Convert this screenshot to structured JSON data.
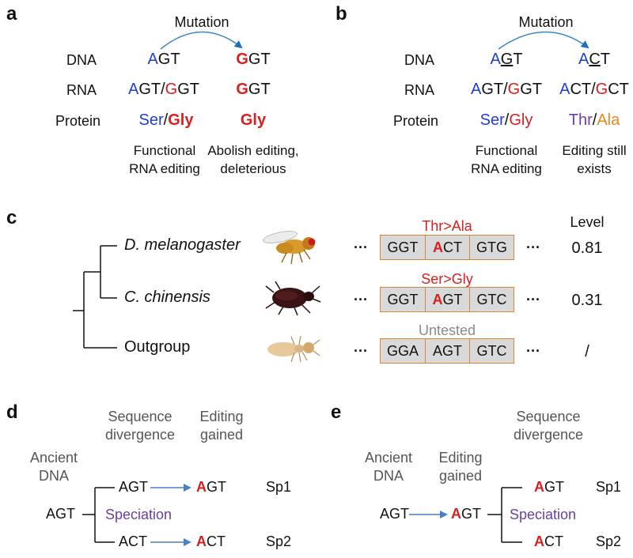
{
  "panel_a": {
    "label": "a",
    "mutation": "Mutation",
    "rows": {
      "dna": "DNA",
      "rna": "RNA",
      "protein": "Protein"
    },
    "left": {
      "dna": {
        "first": "A",
        "rest": "GT"
      },
      "rna": {
        "a1": "A",
        "a2": "GT",
        "slash": "/",
        "g1": "G",
        "g2": "GT"
      },
      "protein": {
        "p1": "Ser",
        "slash": "/",
        "p2": "Gly"
      },
      "note": [
        "Functional",
        "RNA editing"
      ]
    },
    "right": {
      "dna": {
        "first": "G",
        "rest": "GT"
      },
      "rna": {
        "first": "G",
        "rest": "GT"
      },
      "protein": "Gly",
      "note": [
        "Abolish editing,",
        "deleterious"
      ]
    }
  },
  "panel_b": {
    "label": "b",
    "mutation": "Mutation",
    "rows": {
      "dna": "DNA",
      "rna": "RNA",
      "protein": "Protein"
    },
    "left": {
      "dna": {
        "a": "A",
        "g": "G",
        "t": "T"
      },
      "rna": {
        "a1": "A",
        "a2": "GT",
        "slash": "/",
        "g1": "G",
        "g2": "GT"
      },
      "protein": {
        "p1": "Ser",
        "slash": "/",
        "p2": "Gly"
      },
      "note": [
        "Functional",
        "RNA editing"
      ]
    },
    "right": {
      "dna": {
        "a": "A",
        "c": "C",
        "t": "T"
      },
      "rna": {
        "a1": "A",
        "a2": "CT",
        "slash": "/",
        "g1": "G",
        "g2": "CT"
      },
      "protein": {
        "p1": "Thr",
        "slash": "/",
        "p2": "Ala"
      },
      "note": [
        "Editing still",
        "exists"
      ]
    }
  },
  "panel_c": {
    "label": "c",
    "level_header": "Level",
    "ellipsis": "···",
    "species": [
      {
        "name": "D. melanogaster",
        "italic": true,
        "change": "Thr>Ala",
        "change_color": "#d81e1e",
        "codons": [
          "GGT",
          "ACT",
          "GTG"
        ],
        "edited_base": "A",
        "level": "0.81",
        "icon": "fruit-fly-icon"
      },
      {
        "name": "C. chinensis",
        "italic": true,
        "change": "Ser>Gly",
        "change_color": "#d81e1e",
        "codons": [
          "GGT",
          "AGT",
          "GTC"
        ],
        "edited_base": "A",
        "level": "0.31",
        "icon": "beetle-icon"
      },
      {
        "name": "Outgroup",
        "italic": false,
        "change": "Untested",
        "change_color": "#8a8a8a",
        "codons": [
          "GGA",
          "AGT",
          "GTC"
        ],
        "edited_base": "",
        "level": "/",
        "icon": "termite-icon"
      }
    ]
  },
  "panel_d": {
    "label": "d",
    "ancient": [
      "Ancient",
      "DNA"
    ],
    "seq_div": [
      "Sequence",
      "divergence"
    ],
    "edit_gained": [
      "Editing",
      "gained"
    ],
    "root": "AGT",
    "speciation": "Speciation",
    "top": {
      "seq": "AGT",
      "edited_a": "A",
      "edited_rest": "GT",
      "sp": "Sp1"
    },
    "bottom": {
      "seq": "ACT",
      "edited_a": "A",
      "edited_rest": "CT",
      "sp": "Sp2"
    }
  },
  "panel_e": {
    "label": "e",
    "ancient": [
      "Ancient",
      "DNA"
    ],
    "edit_gained": [
      "Editing",
      "gained"
    ],
    "seq_div": [
      "Sequence",
      "divergence"
    ],
    "root": "AGT",
    "edited_a": "A",
    "edited_rest": "GT",
    "speciation": "Speciation",
    "top": {
      "edited_a": "A",
      "rest": "GT",
      "sp": "Sp1"
    },
    "bottom": {
      "edited_a": "A",
      "rest": "CT",
      "sp": "Sp2"
    }
  },
  "colors": {
    "adenosine": "#1f3fcf",
    "guanosine": "#d81e1e",
    "arrow": "#4a80c4",
    "box_border": "#d8873a",
    "box_fill": "#d9d9d9",
    "thr": "#6b3fa0",
    "ala": "#e8871e"
  }
}
